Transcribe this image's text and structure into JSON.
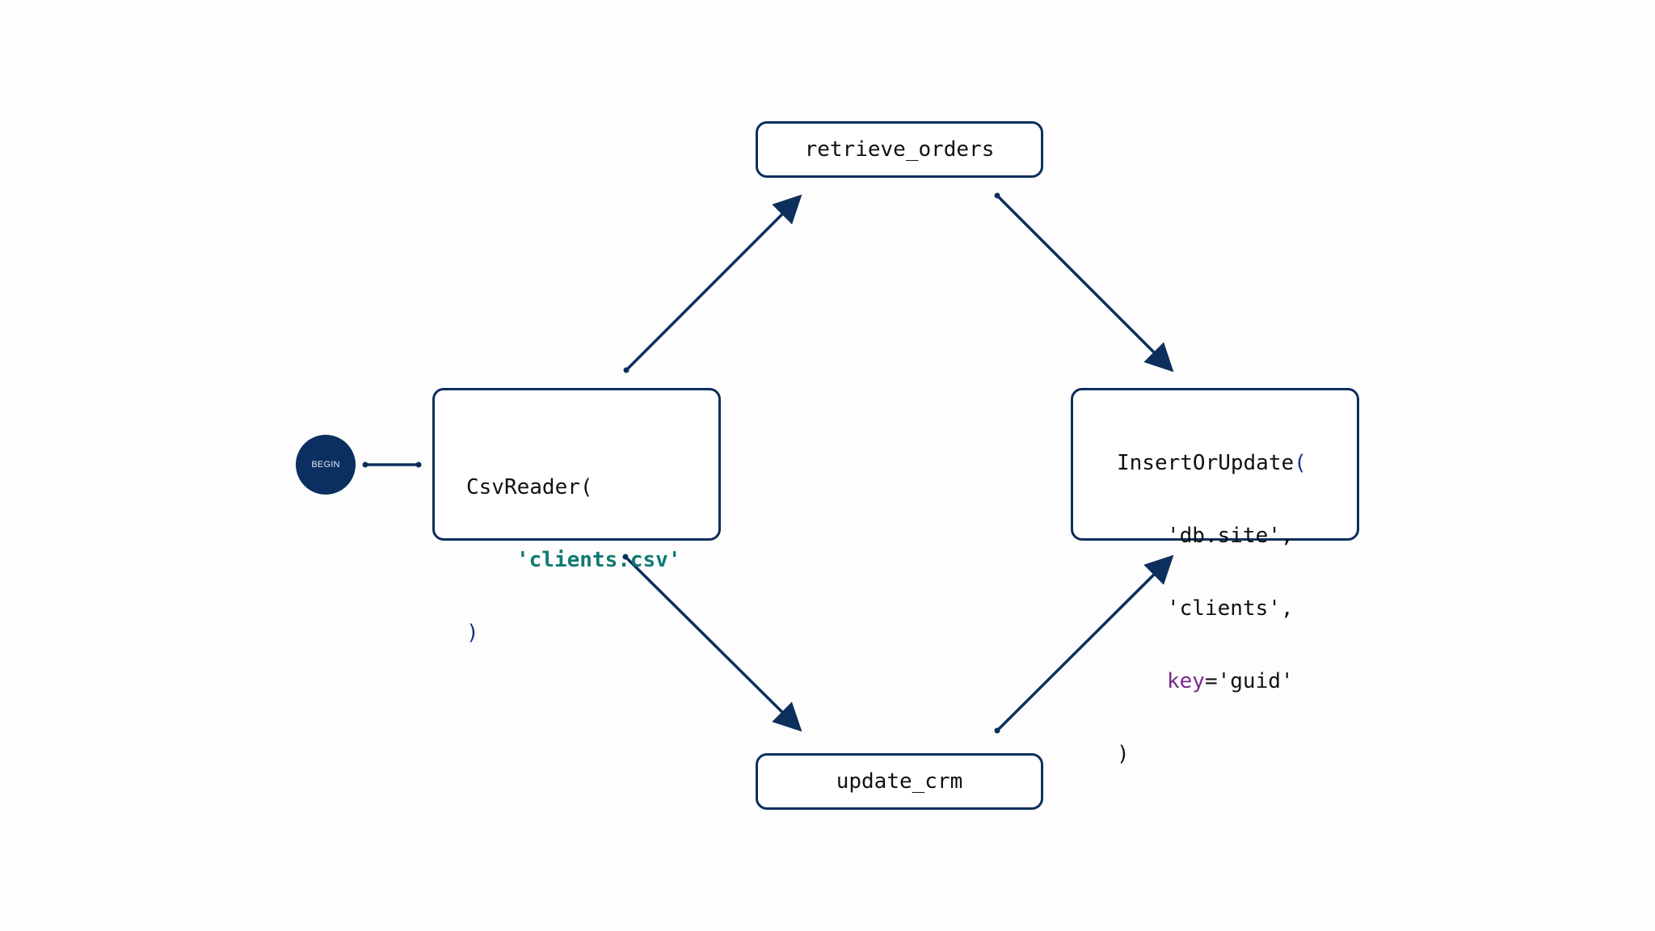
{
  "begin": {
    "label": "BEGIN"
  },
  "nodes": {
    "retrieve_orders": {
      "label": "retrieve_orders"
    },
    "update_crm": {
      "label": "update_crm"
    },
    "csv_reader": {
      "call": "CsvReader",
      "open_paren": "(",
      "arg": "'clients.csv'",
      "close_paren": ")"
    },
    "insert_or_update": {
      "call": "InsertOrUpdate",
      "open_paren": "(",
      "arg1": "'db.site',",
      "arg2": "'clients',",
      "kw": "key",
      "kw_eq": "=",
      "kw_val": "'guid'",
      "close_paren": ")"
    }
  },
  "edges": [
    {
      "from": "begin",
      "to": "csv_reader",
      "arrow": false
    },
    {
      "from": "csv_reader",
      "to": "retrieve_orders",
      "arrow": true
    },
    {
      "from": "csv_reader",
      "to": "update_crm",
      "arrow": true
    },
    {
      "from": "retrieve_orders",
      "to": "insert_or_update",
      "arrow": true
    },
    {
      "from": "update_crm",
      "to": "insert_or_update",
      "arrow": true
    }
  ],
  "colors": {
    "stroke": "#0d2f5c",
    "begin_fill": "#0b2f60",
    "string": "#0f7a73",
    "keyword": "#7a2a8a",
    "paren": "#1b2e8f"
  }
}
